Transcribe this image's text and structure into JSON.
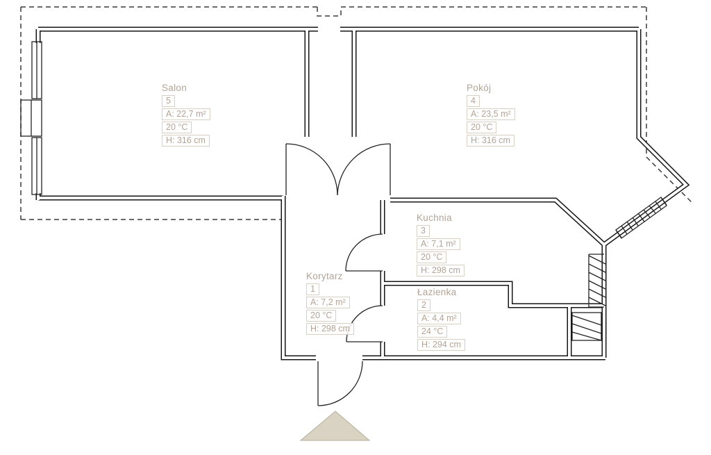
{
  "plan": {
    "rooms": [
      {
        "name": "Salon",
        "number": "5",
        "area": "A: 22,7 m²",
        "temperature": "20 °C",
        "height": "H: 316 cm"
      },
      {
        "name": "Pokój",
        "number": "4",
        "area": "A: 23,5 m²",
        "temperature": "20 °C",
        "height": "H: 316 cm"
      },
      {
        "name": "Kuchnia",
        "number": "3",
        "area": "A: 7,1 m²",
        "temperature": "20 °C",
        "height": "H: 298 cm"
      },
      {
        "name": "Korytarz",
        "number": "1",
        "area": "A: 7,2 m²",
        "temperature": "20 °C",
        "height": "H: 298 cm"
      },
      {
        "name": "Łazienka",
        "number": "2",
        "area": "A: 4,4 m²",
        "temperature": "24 °C",
        "height": "H: 294 cm"
      }
    ],
    "colors": {
      "wall": "#141414",
      "label_text": "#b3a496",
      "label_border": "#d9cfc2",
      "arrow_fill": "#d9d3c4",
      "arrow_border": "#b5ae9d"
    }
  }
}
